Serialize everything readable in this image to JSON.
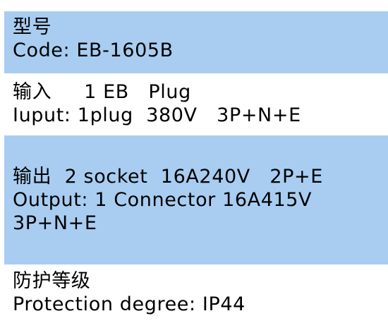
{
  "colors": {
    "row_shade": "#a8cdf1",
    "text": "#000000",
    "background": "#ffffff"
  },
  "spec": {
    "model": {
      "zh": "型号",
      "en": "Code: EB-1605B"
    },
    "input": {
      "zh": "输入     1 EB   Plug",
      "en": "Iuput: 1plug  380V   3P+N+E"
    },
    "output": {
      "zh": "输出  2 socket  16A240V   2P+E",
      "en": "Output: 1 Connector 16A415V",
      "en_cont": "3P+N+E"
    },
    "protection": {
      "zh": "防护等级",
      "en": "Protection degree: IP44"
    }
  }
}
